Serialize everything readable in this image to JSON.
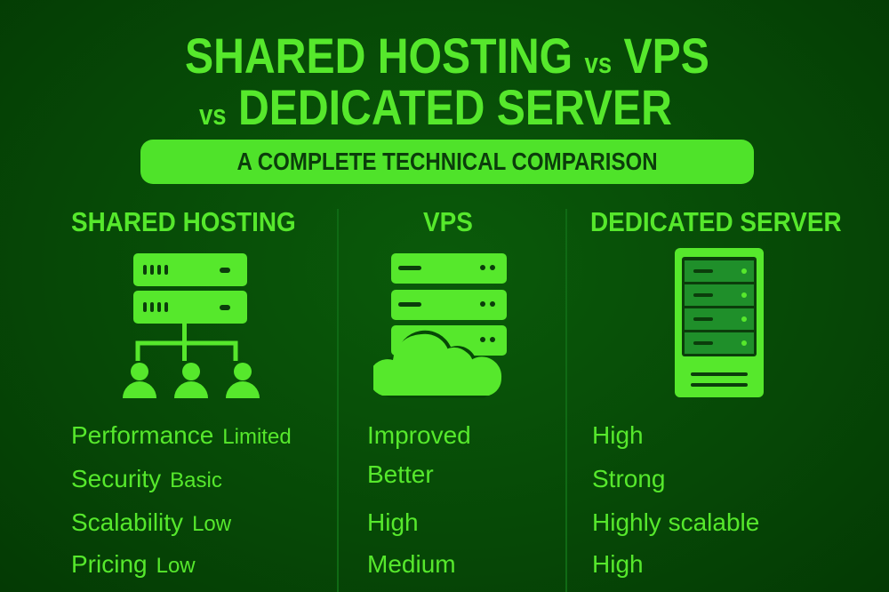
{
  "title": {
    "line1_a": "SHARED HOSTING",
    "vs1": "vs",
    "line1_b": "VPS",
    "vs2": "vs",
    "line2": "DEDICATED SERVER"
  },
  "subtitle": "A COMPLETE TECHNICAL COMPARISON",
  "columns": [
    {
      "header": "SHARED HOSTING",
      "icon": "server-with-users-icon",
      "rows": [
        {
          "label": "Performance",
          "value": "Limited"
        },
        {
          "label": "Security",
          "value": "Basic"
        },
        {
          "label": "Scalability",
          "value": "Low"
        },
        {
          "label": "Pricing",
          "value": "Low"
        }
      ]
    },
    {
      "header": "VPS",
      "icon": "server-cloud-icon",
      "rows": [
        "Improved",
        "Better",
        "High",
        "Medium"
      ]
    },
    {
      "header": "DEDICATED SERVER",
      "icon": "server-tower-icon",
      "rows": [
        "High",
        "Strong",
        "Highly scalable",
        "High"
      ]
    }
  ],
  "colors": {
    "accent": "#56e82c",
    "background": "#064806",
    "dark_text": "#0b3d0b"
  }
}
